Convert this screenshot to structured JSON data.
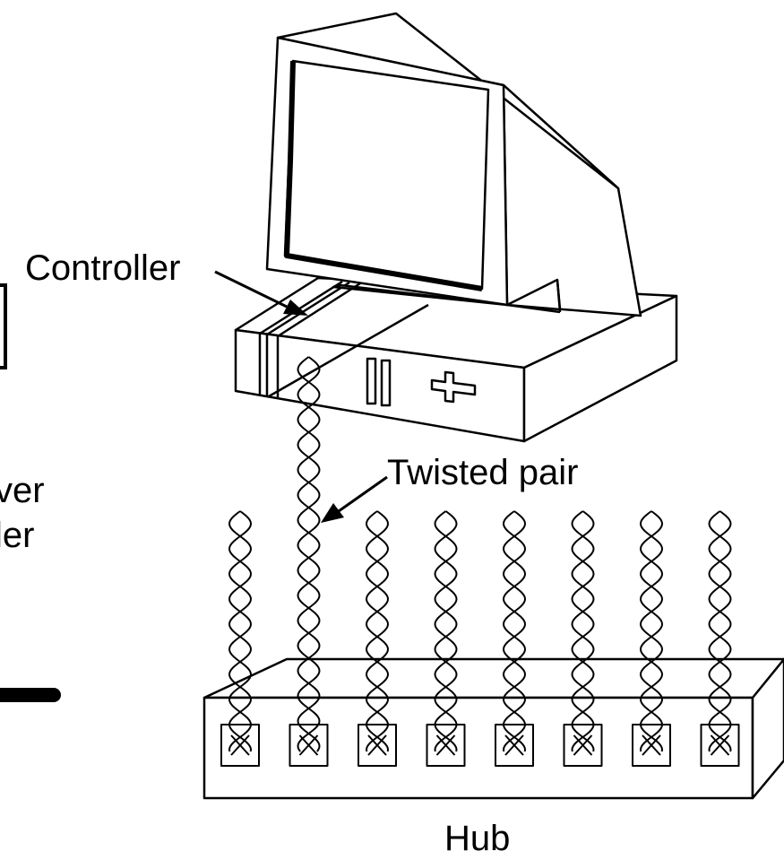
{
  "labels": {
    "controller": "Controller",
    "twisted_pair": "Twisted pair",
    "hub": "Hub",
    "cut_off_top": "ver",
    "cut_off_bottom": "ler"
  },
  "hub": {
    "port_count": 8
  },
  "colors": {
    "ink": "#000000",
    "background": "#ffffff"
  }
}
